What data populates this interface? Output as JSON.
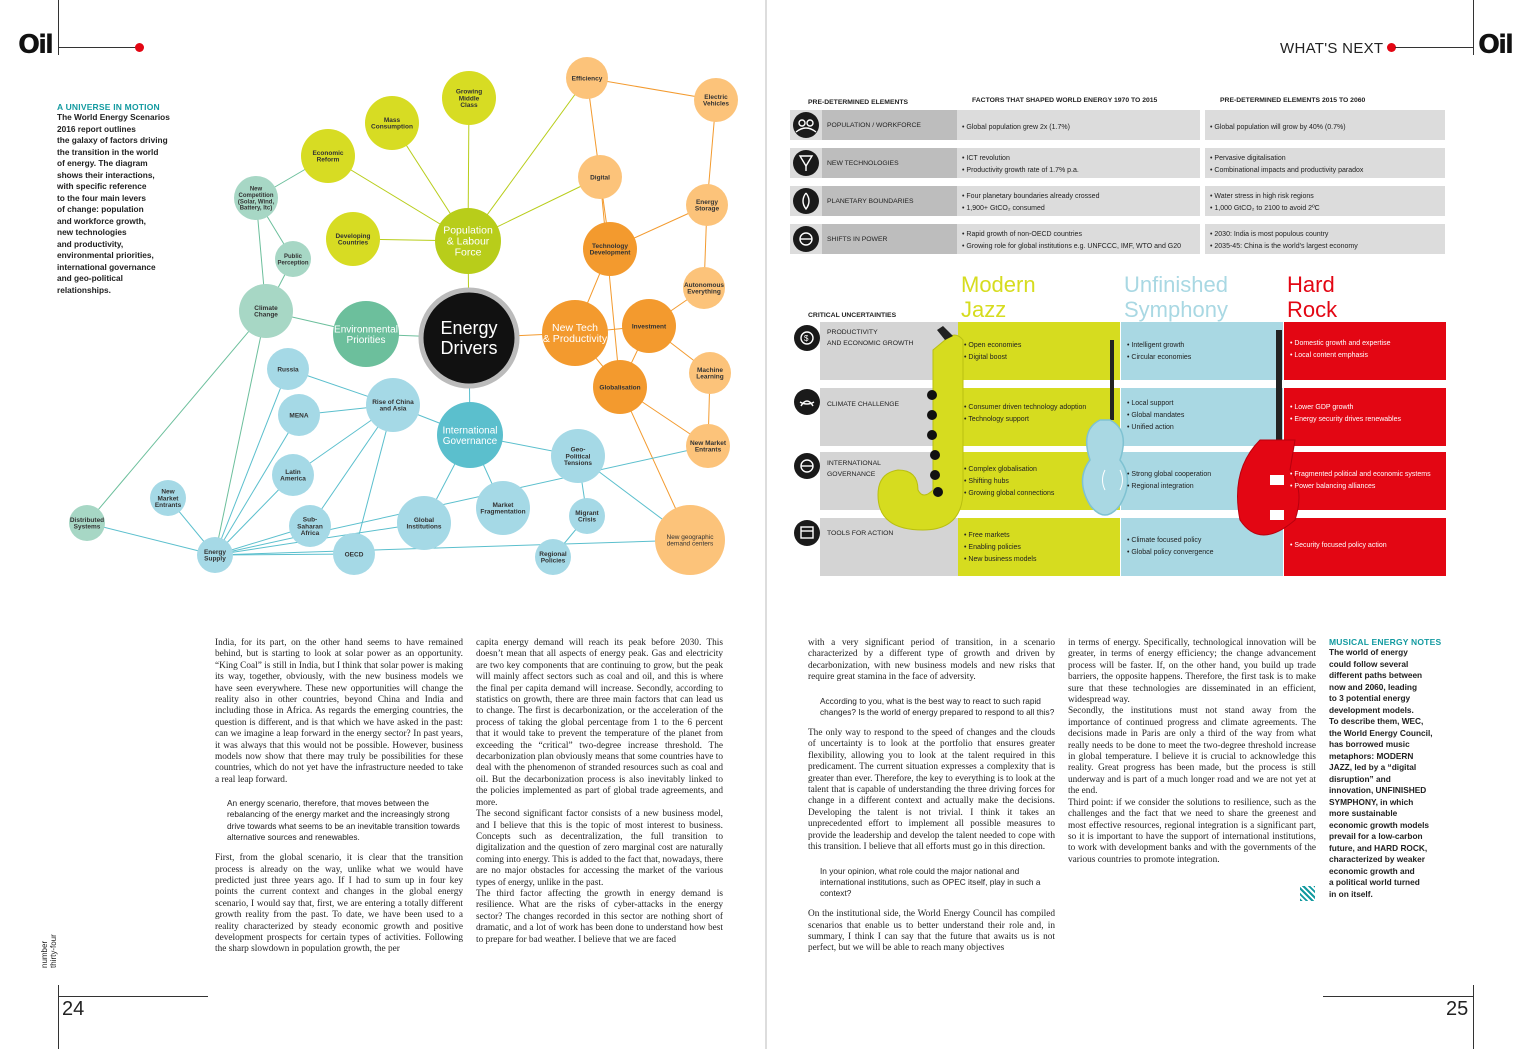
{
  "header": {
    "logo": "Oil",
    "section": "WHAT'S NEXT"
  },
  "sidebar_left": {
    "title": "A UNIVERSE IN MOTION",
    "lines": [
      "The World Energy Scenarios",
      "2016 report outlines",
      "the galaxy of factors driving",
      "the transition in the world",
      "of energy. The diagram",
      "shows their interactions,",
      "with specific reference",
      "to the four main levers",
      "of change: population",
      "and workforce growth,",
      "new technologies",
      "and productivity,",
      "environmental priorities,",
      "international governance",
      "and geo-political",
      "relationships."
    ]
  },
  "diagram": {
    "hub": [
      "Energy",
      "Drivers"
    ],
    "nodes": {
      "pop": [
        "Population",
        "& Labour",
        "Force"
      ],
      "tech": [
        "New Tech",
        "& Productivity"
      ],
      "env": [
        "Environmental",
        "Priorities"
      ],
      "gov": [
        "International",
        "Governance"
      ],
      "middle": [
        "Growing",
        "Middle",
        "Class"
      ],
      "mass": [
        "Mass",
        "Consumption"
      ],
      "econ": [
        "Economic",
        "Reform"
      ],
      "develop": [
        "Developing",
        "Countries"
      ],
      "efficiency": [
        "Efficiency"
      ],
      "electric": [
        "Electric",
        "Vehicles"
      ],
      "digital": [
        "Digital"
      ],
      "storage": [
        "Energy",
        "Storage"
      ],
      "techdev": [
        "Technology",
        "Development"
      ],
      "autonomous": [
        "Autonomous",
        "Everything"
      ],
      "investment": [
        "Investment"
      ],
      "machine": [
        "Machine",
        "Learning"
      ],
      "globalisation": [
        "Globalisation"
      ],
      "newentrants": [
        "New Market",
        "Entrants"
      ],
      "newcomp": [
        "New",
        "Competition",
        "(Solar, Wind,",
        "Battery, Itc)"
      ],
      "perception": [
        "Public",
        "Perception"
      ],
      "climate": [
        "Climate",
        "Change"
      ],
      "russia": [
        "Russia"
      ],
      "mena": [
        "MENA"
      ],
      "china": [
        "Rise of China",
        "and Asia"
      ],
      "latam": [
        "Latin",
        "America"
      ],
      "ssa": [
        "Sub-",
        "Saharan",
        "Africa"
      ],
      "oecd": [
        "OECD"
      ],
      "globalinst": [
        "Global",
        "Institutions"
      ],
      "marketfrag": [
        "Market",
        "Fragmentation"
      ],
      "geopol": [
        "Geo-",
        "Political",
        "Tensions"
      ],
      "migrant": [
        "Migrant",
        "Crisis"
      ],
      "regional": [
        "Regional",
        "Policies"
      ],
      "geodemand": [
        "New geographic",
        "demand centers"
      ],
      "distributed": [
        "Distributed",
        "Systems"
      ],
      "marketentrants": [
        "New",
        "Market",
        "Entrants"
      ],
      "supply": [
        "Energy",
        "Supply"
      ]
    }
  },
  "table": {
    "headers": {
      "col1": "PRE-DETERMINED ELEMENTS",
      "col2": "FACTORS THAT SHAPED WORLD ENERGY 1970 TO 2015",
      "col3": "PRE-DETERMINED ELEMENTS 2015 TO 2060"
    },
    "rows": [
      {
        "label": "POPULATION / WORKFORCE",
        "past": [
          "• Global population grew 2x (1.7%)"
        ],
        "future": [
          "• Global population will grow by 40% (0.7%)"
        ]
      },
      {
        "label": "NEW TECHNOLOGIES",
        "past": [
          "• ICT revolution",
          "• Productivity growth rate of 1.7% p.a."
        ],
        "future": [
          "• Pervasive digitalisation",
          "• Combinational impacts and productivity paradox"
        ]
      },
      {
        "label": "PLANETARY BOUNDARIES",
        "past": [
          "• Four planetary boundaries already crossed",
          "• 1,900+ GtCO₂ consumed"
        ],
        "future": [
          "• Water stress in high risk regions",
          "• 1,000 GtCO₂ to 2100 to avoid 2ºC"
        ]
      },
      {
        "label": "SHIFTS IN POWER",
        "past": [
          "• Rapid growth of non-OECD countries",
          "• Growing role for global institutions e.g. UNFCCC, IMF, WTO and G20"
        ],
        "future": [
          "• 2030: India is most populous country",
          "• 2035-45: China is the world's largest economy"
        ]
      }
    ],
    "uncertainties_title": "CRITICAL UNCERTAINTIES",
    "uncertainties": [
      {
        "label1": "PRODUCTIVITY",
        "label2": "AND ECONOMIC GROWTH"
      },
      {
        "label1": "CLIMATE CHALLENGE",
        "label2": ""
      },
      {
        "label1": "INTERNATIONAL",
        "label2": "GOVERNANCE"
      },
      {
        "label1": "TOOLS FOR ACTION",
        "label2": ""
      }
    ],
    "scenarios": [
      {
        "title": [
          "Modern",
          "Jazz"
        ],
        "color": "#d6dc1f",
        "cells": [
          [
            "• Open economies",
            "• Digital boost"
          ],
          [
            "• Consumer driven technology adoption",
            "• Technology support"
          ],
          [
            "• Complex globalisation",
            "• Shifting hubs",
            "• Growing global connections"
          ],
          [
            "• Free markets",
            "• Enabling policies",
            "• New business models"
          ]
        ]
      },
      {
        "title": [
          "Unfinished",
          "Symphony"
        ],
        "color": "#a9d8e3",
        "cells": [
          [
            "• Intelligent growth",
            "• Circular economies"
          ],
          [
            "• Local support",
            "• Global mandates",
            "• Unified action"
          ],
          [
            "• Strong global cooperation",
            "• Regional integration"
          ],
          [
            "• Climate focused policy",
            "• Global policy convergence"
          ]
        ]
      },
      {
        "title": [
          "Hard",
          "Rock"
        ],
        "color": "#e30613",
        "cells": [
          [
            "• Domestic growth and expertise",
            "• Local content emphasis"
          ],
          [
            "• Lower GDP growth",
            "• Energy security drives renewables"
          ],
          [
            "• Fragmented political and economic systems",
            "• Power balancing alliances"
          ],
          [
            "• Security focused policy action"
          ]
        ]
      }
    ]
  },
  "col1": {
    "p1": "India, for its part, on the other hand seems to have remained behind, but is starting to look at solar power as an opportunity. “King Coal” is still in India, but I think that solar power is making its way, together, obviously, with the new business models we have seen everywhere. These new opportunities will change the reality also in other countries, beyond China and India and including those in Africa. As regards the emerging countries, the question is different, and is that which we have asked in the past: can we imagine a leap forward in the energy sector? In past years, it was always that this would not be possible. However, business models now show that there may truly be possibilities for these countries, which do not yet have the infrastructure needed to take a real leap forward.",
    "quote": "An energy scenario, therefore, that moves between the rebalancing of the energy market and the increasingly strong drive towards what seems to be an inevitable transition towards alternative sources and renewables.",
    "p2": "First, from the global scenario, it is clear that the transition process is already on the way, unlike what we would have predicted just three years ago. If I had to sum up in four key points the current context and changes in the global energy scenario, I would say that, first, we are entering a totally different growth reality from the past. To date, we have been used to a reality characterized by steady economic growth and positive development prospects for certain types of activities. Following the sharp slowdown in population growth, the per"
  },
  "col2": {
    "p1": "capita energy demand will reach its peak before 2030. This doesn’t mean that all aspects of energy peak. Gas and electricity are two key components that are continuing to grow, but the peak will mainly affect sectors such as coal and oil, and this is where the final per capita demand will increase. Secondly, according to statistics on growth, there are three main factors that can lead us to change. The first is decarbonization, or the acceleration of the process of taking the global percentage from 1 to the 6 percent that it would take to prevent the temperature of the planet from exceeding the “critical” two-degree increase threshold. The decarbonization plan obviously means that some countries have to deal with the phenomenon of stranded resources such as coal and oil. But the decarbonization process is also inevitably linked to the policies implemented as part of global trade agreements, and more.",
    "p2": "The second significant factor consists of a new business model, and I believe that this is the topic of most interest to business. Concepts such as decentralization, the full transition to digitalization and the question of zero marginal cost are naturally coming into energy. This is added to the fact that, nowadays, there are no major obstacles for accessing the market of the various types of energy, unlike in the past.",
    "p3": "The third factor affecting the growth in energy demand is resilience. What are the risks of cyber-attacks in the energy sector? The changes recorded in this sector are nothing short of dramatic, and a lot of work has been done to understand how best to prepare for bad weather. I believe that we are faced"
  },
  "col3": {
    "p1": "with a very significant period of transition, in a scenario characterized by a different type of growth and driven by decarbonization, with new business models and new risks that require great stamina in the face of adversity.",
    "q1": "According to you, what is the best way to react to such rapid changes? Is the world of energy prepared to respond to all this?",
    "p2": "The only way to respond to the speed of changes and the clouds of uncertainty is to look at the portfolio that ensures greater flexibility, allowing you to look at the talent required in this predicament. The current situation expresses a complexity that is greater than ever. Therefore, the key to everything is to look at the talent that is capable of understanding the three driving forces for change in a different context and actually make the decisions. Developing the talent is not trivial. I think it takes an unprecedented effort to implement all possible measures to provide the leadership and develop the talent needed to cope with this transition. I believe that all efforts must go in this direction.",
    "q2": "In your opinion, what role could the major national and international institutions, such as OPEC itself, play in such a context?",
    "p3": "On the institutional side, the World Energy Council has compiled scenarios that enable us to better understand their role and, in summary, I think I can say that the future that awaits us is not perfect, but we will be able to reach many objectives"
  },
  "col4": {
    "p1": "in terms of energy. Specifically, technological innovation will be greater, in terms of energy efficiency; the change advancement process will be faster. If, on the other hand, you build up trade barriers, the opposite happens. Therefore, the first task is to make sure that these technologies are disseminated in an efficient, widespread way.",
    "p2": "Secondly, the institutions must not stand away from the importance of continued progress and climate agreements. The decisions made in Paris are only a third of the way from what really needs to be done to meet the two-degree threshold increase in global temperature. I believe it is crucial to acknowledge this reality. Great progress has been made, but the process is still underway and is part of a much longer road and we are not yet at the end.",
    "p3": "Third point: if we consider the solutions to resilience, such as the challenges and the fact that we need to share the greenest and most effective resources, regional integration is a significant part, so it is important to have the support of international institutions, to work with development banks and with the governments of the various countries to promote integration."
  },
  "sidebar_right": {
    "title": "MUSICAL ENERGY NOTES",
    "lines": [
      "The world of energy",
      "could follow several",
      "different paths between",
      "now and 2060, leading",
      "to 3 potential energy",
      "development models.",
      "To describe them, WEC,",
      "the World Energy Council,",
      "has borrowed music",
      "metaphors: MODERN",
      "JAZZ, led by a “digital",
      "disruption” and",
      "innovation, UNFINISHED",
      "SYMPHONY, in which",
      "more sustainable",
      "economic growth models",
      "prevail for a low-carbon",
      "future, and HARD ROCK,",
      "characterized by weaker",
      "economic growth and",
      "a political world turned",
      "in on itself."
    ]
  },
  "footer": {
    "left_page": "24",
    "right_page": "25",
    "issue_line1": "number",
    "issue_line2": "thirty-four"
  }
}
